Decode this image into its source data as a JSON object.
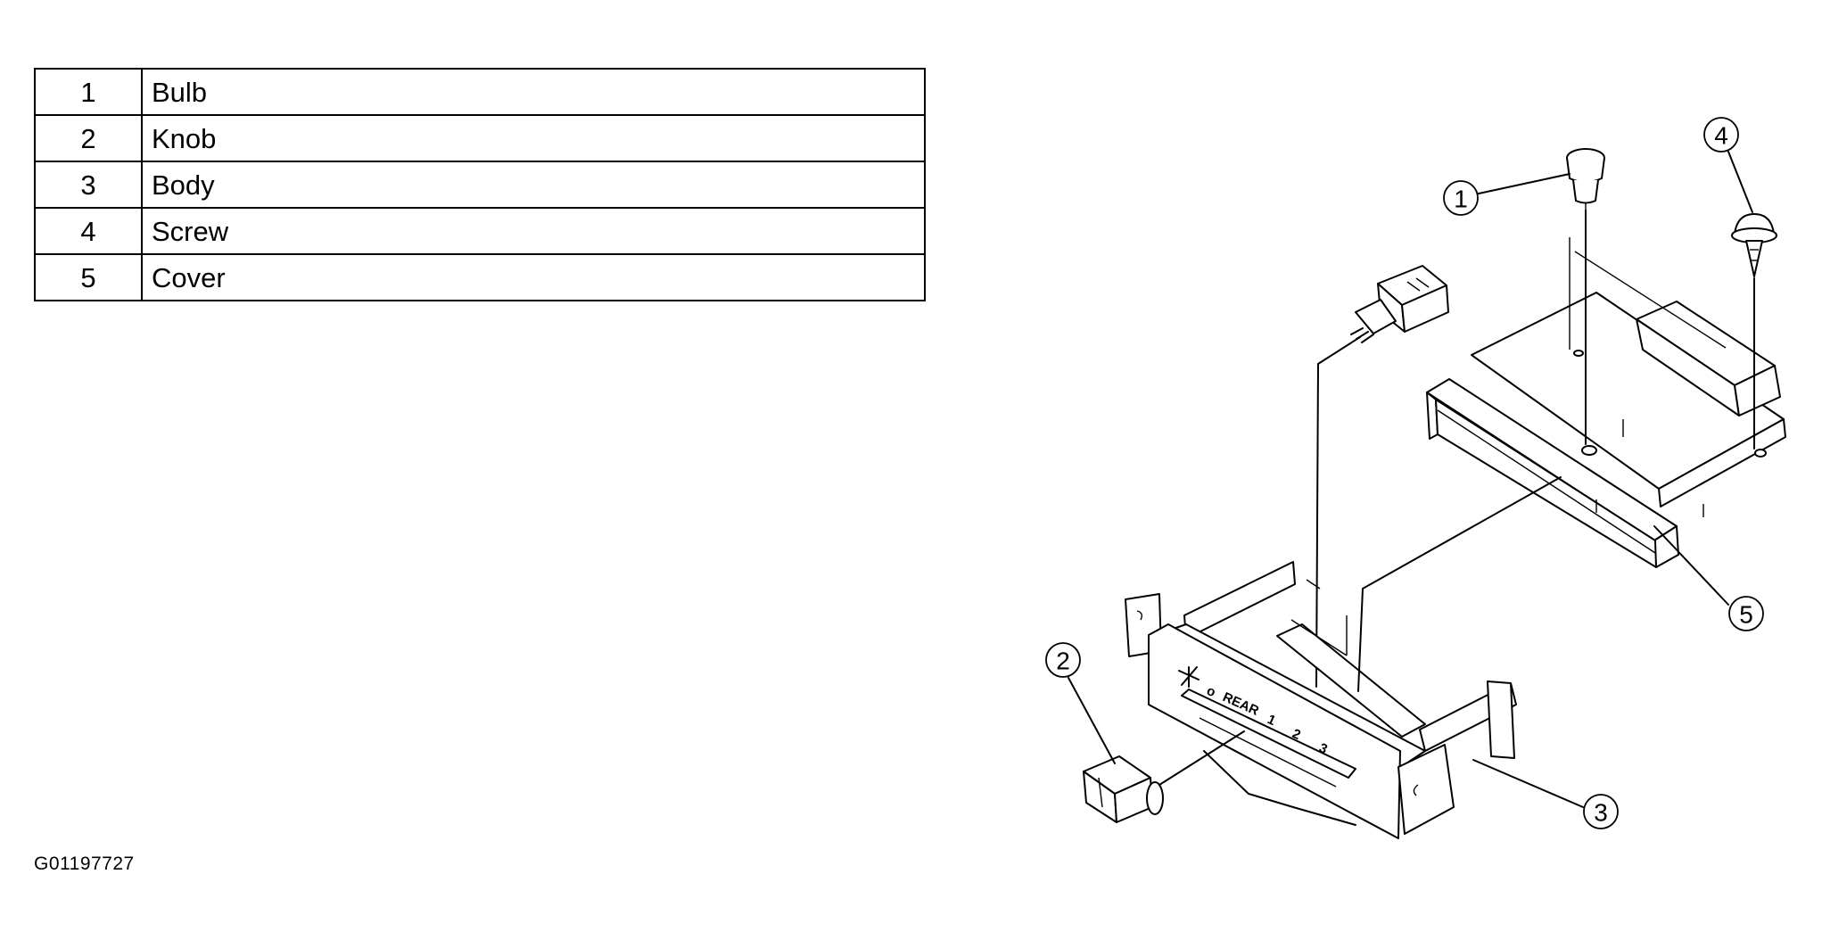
{
  "parts": [
    {
      "num": "1",
      "name": "Bulb"
    },
    {
      "num": "2",
      "name": "Knob"
    },
    {
      "num": "3",
      "name": "Body"
    },
    {
      "num": "4",
      "name": "Screw"
    },
    {
      "num": "5",
      "name": "Cover"
    }
  ],
  "figure_code": "G01197727",
  "callouts": [
    "1",
    "2",
    "3",
    "4",
    "5"
  ],
  "panel_labels": {
    "rear": "REAR",
    "off": "o",
    "s1": "1",
    "s2": "2",
    "s3": "3"
  }
}
